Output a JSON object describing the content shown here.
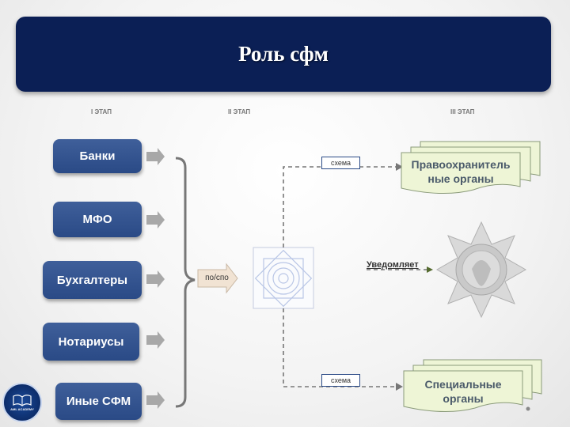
{
  "title": "Роль сфм",
  "stages": [
    "I ЭТАП",
    "II ЭТАП",
    "III ЭТАП"
  ],
  "sources": [
    "Банки",
    "МФО",
    "Бухгалтеры",
    "Нотариусы",
    "Иные СФМ"
  ],
  "middle_label": "по/спо",
  "scheme_label_top": "схема",
  "scheme_label_bottom": "схема",
  "targets": {
    "top": "Правоохранитель ные органы",
    "bottom": "Специальные органы"
  },
  "notify_label": "Уведомляет",
  "logo_text": "AML ACADEMY",
  "colors": {
    "title_bg": "#0b1f55",
    "button": "#2a4a86",
    "doc_fill": "#eef5d6",
    "arrow": "#9a9a9a"
  }
}
